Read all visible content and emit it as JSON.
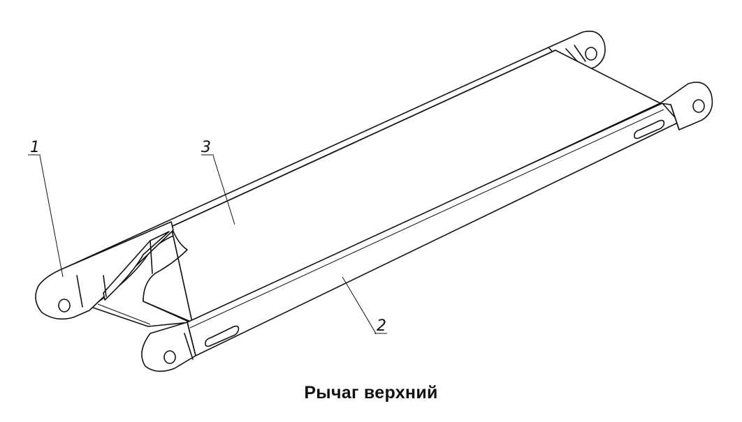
{
  "caption": "Рычаг верхний",
  "callouts": [
    {
      "id": "1",
      "part": "1"
    },
    {
      "id": "2",
      "part": "2"
    },
    {
      "id": "3",
      "part": "3"
    }
  ]
}
